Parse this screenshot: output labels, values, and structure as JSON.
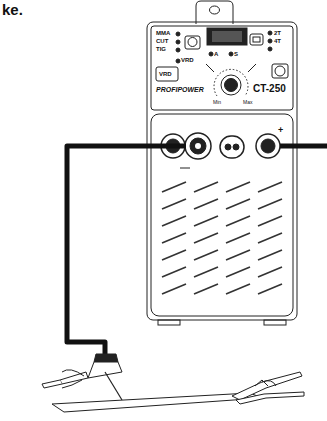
{
  "diagram": {
    "labels": [
      "ke.",
      "MMA",
      "CUT",
      "TIG",
      "VRD",
      "VRD",
      "2T",
      "4T",
      "A",
      "S",
      "PROFIPOWER",
      "CT-250",
      "Min",
      "Max",
      "+"
    ]
  }
}
